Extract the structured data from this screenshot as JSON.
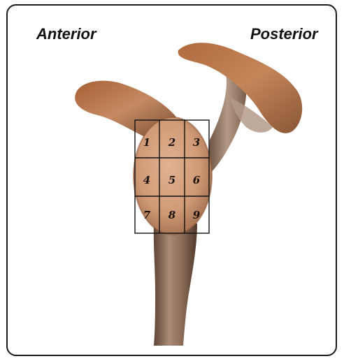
{
  "labels": {
    "anterior": "Anterior",
    "posterior": "Posterior"
  },
  "grid": {
    "rows": 3,
    "cols": 3,
    "zones": [
      "1",
      "2",
      "3",
      "4",
      "5",
      "6",
      "7",
      "8",
      "9"
    ]
  },
  "colors": {
    "bone_light": "#d9a582",
    "bone_mid": "#b8805c",
    "bone_dark": "#6f4a33",
    "bone_rim": "#a0562c",
    "shaft": "#8a6a55",
    "grid_line": "#111111",
    "frame": "#1a1a1a"
  }
}
